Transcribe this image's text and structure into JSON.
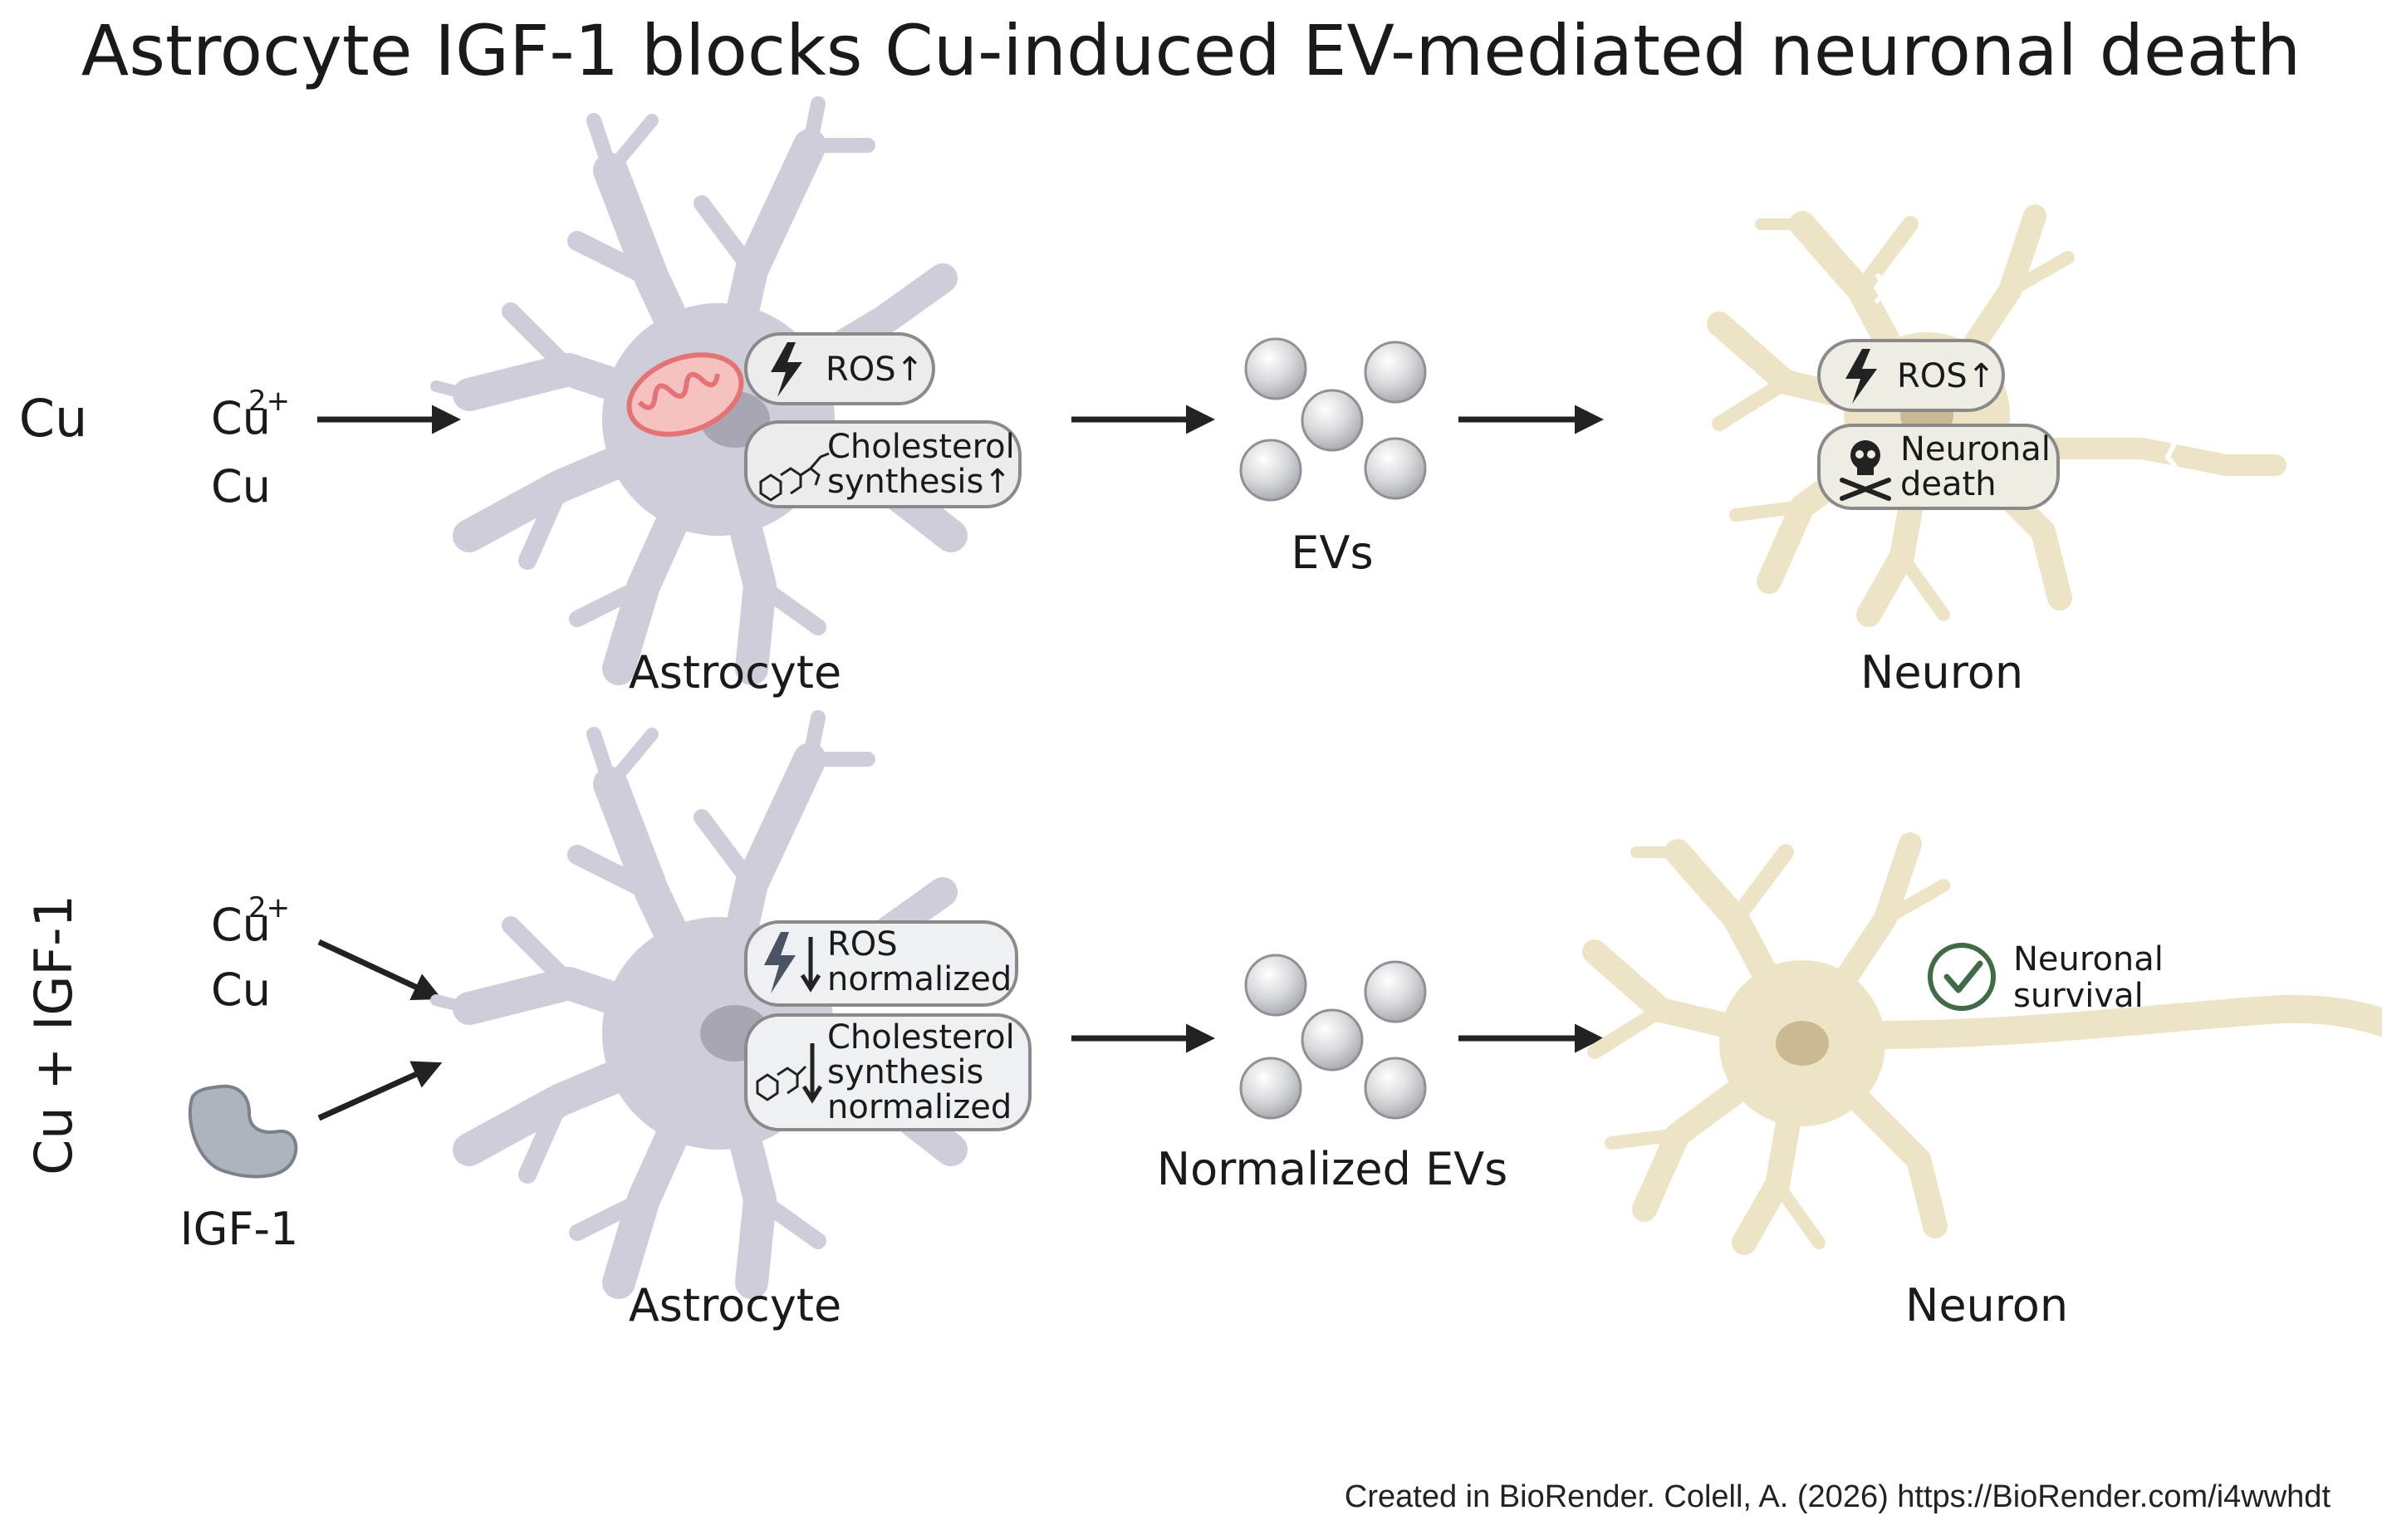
{
  "title": "Astrocyte IGF-1 blocks Cu-induced EV-mediated neuronal death",
  "rows": {
    "top": {
      "label": "Cu",
      "input_ion": "Cu",
      "input_ion_charge": "2+",
      "input_metal": "Cu",
      "astrocyte_label": "Astrocyte",
      "astro_badge_ros": "ROS↑",
      "astro_badge_chol_line1": "Cholesterol",
      "astro_badge_chol_line2": "synthesis↑",
      "ev_label": "EVs",
      "neuron_label": "Neuron",
      "neuron_badge_ros": "ROS↑",
      "neuron_badge_death_line1": "Neuronal",
      "neuron_badge_death_line2": "death"
    },
    "bottom": {
      "label": "Cu + IGF-1",
      "input_ion": "Cu",
      "input_ion_charge": "2+",
      "input_metal": "Cu",
      "igf_label": "IGF-1",
      "astrocyte_label": "Astrocyte",
      "astro_badge_ros_line1": "ROS",
      "astro_badge_ros_line2": "normalized",
      "astro_badge_chol_line1": "Cholesterol",
      "astro_badge_chol_line2": "synthesis",
      "astro_badge_chol_line3": "normalized",
      "ev_label": "Normalized EVs",
      "neuron_label": "Neuron",
      "neuron_badge_line1": "Neuronal",
      "neuron_badge_line2": "survival"
    }
  },
  "footer": "Created in BioRender. Colell, A. (2026) https://BioRender.com/i4wwhdt",
  "colors": {
    "astrocyte": "#cfcdd9",
    "astrocyte_stroke": "#9b98aa",
    "nucleus": "#a9a6b4",
    "neuron": "#ede4c6",
    "neuron_stroke": "#c9bb90",
    "ev": "#d9dadd",
    "mitochondria": "#e57373",
    "badge": "#ececec",
    "badge_stroke": "#8a8a8a",
    "check": "#3f6b46"
  },
  "icons": [
    "arrow-icon",
    "lightning-icon",
    "cholesterol-icon",
    "skull-icon",
    "check-icon",
    "mitochondria-icon",
    "igf1-protein-icon"
  ]
}
